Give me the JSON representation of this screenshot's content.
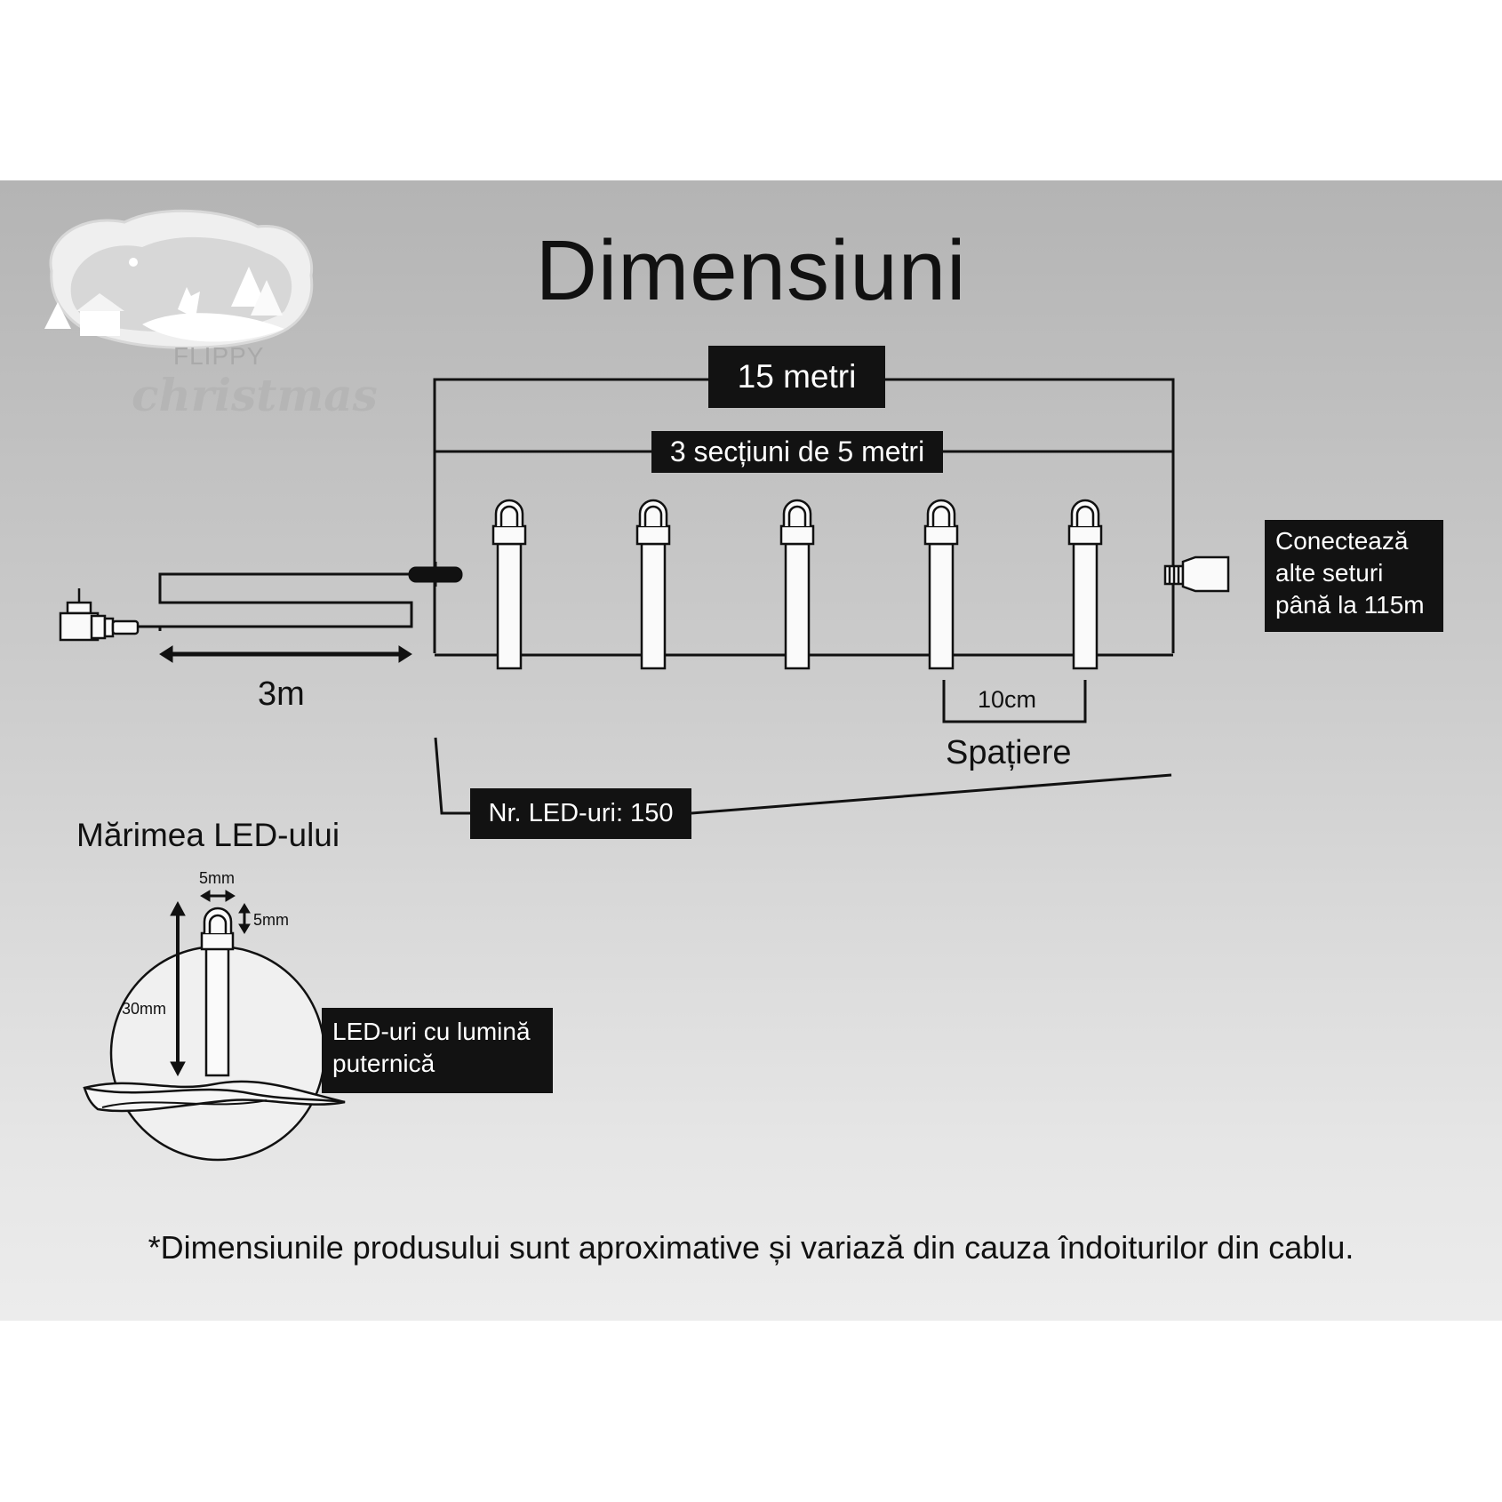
{
  "title": "Dimensiuni",
  "length_total": "15 metri",
  "sections": "3 secțiuni de 5 metri",
  "connect_text": [
    "Conectează",
    "alte seturi",
    "până la 115m"
  ],
  "lead_length": "3m",
  "spacing_value": "10cm",
  "spacing_label": "Spațiere",
  "led_count": "Nr. LED-uri: 150",
  "led_size_title": "Mărimea LED-ului",
  "led_width": "5mm",
  "led_height": "5mm",
  "led_total_height": "30mm",
  "bright_text": [
    "LED-uri cu lumină",
    "puternică"
  ],
  "footnote": "*Dimensiunile produsului sunt aproximative și variază din cauza îndoiturilor din cablu.",
  "brand": {
    "line1": "FLIPPY",
    "line2": "christmas"
  },
  "colors": {
    "label_bg": "#121212",
    "label_text": "#ffffff",
    "line": "#111111",
    "panel_top": "#b4b4b4",
    "panel_bottom": "#ececec"
  }
}
